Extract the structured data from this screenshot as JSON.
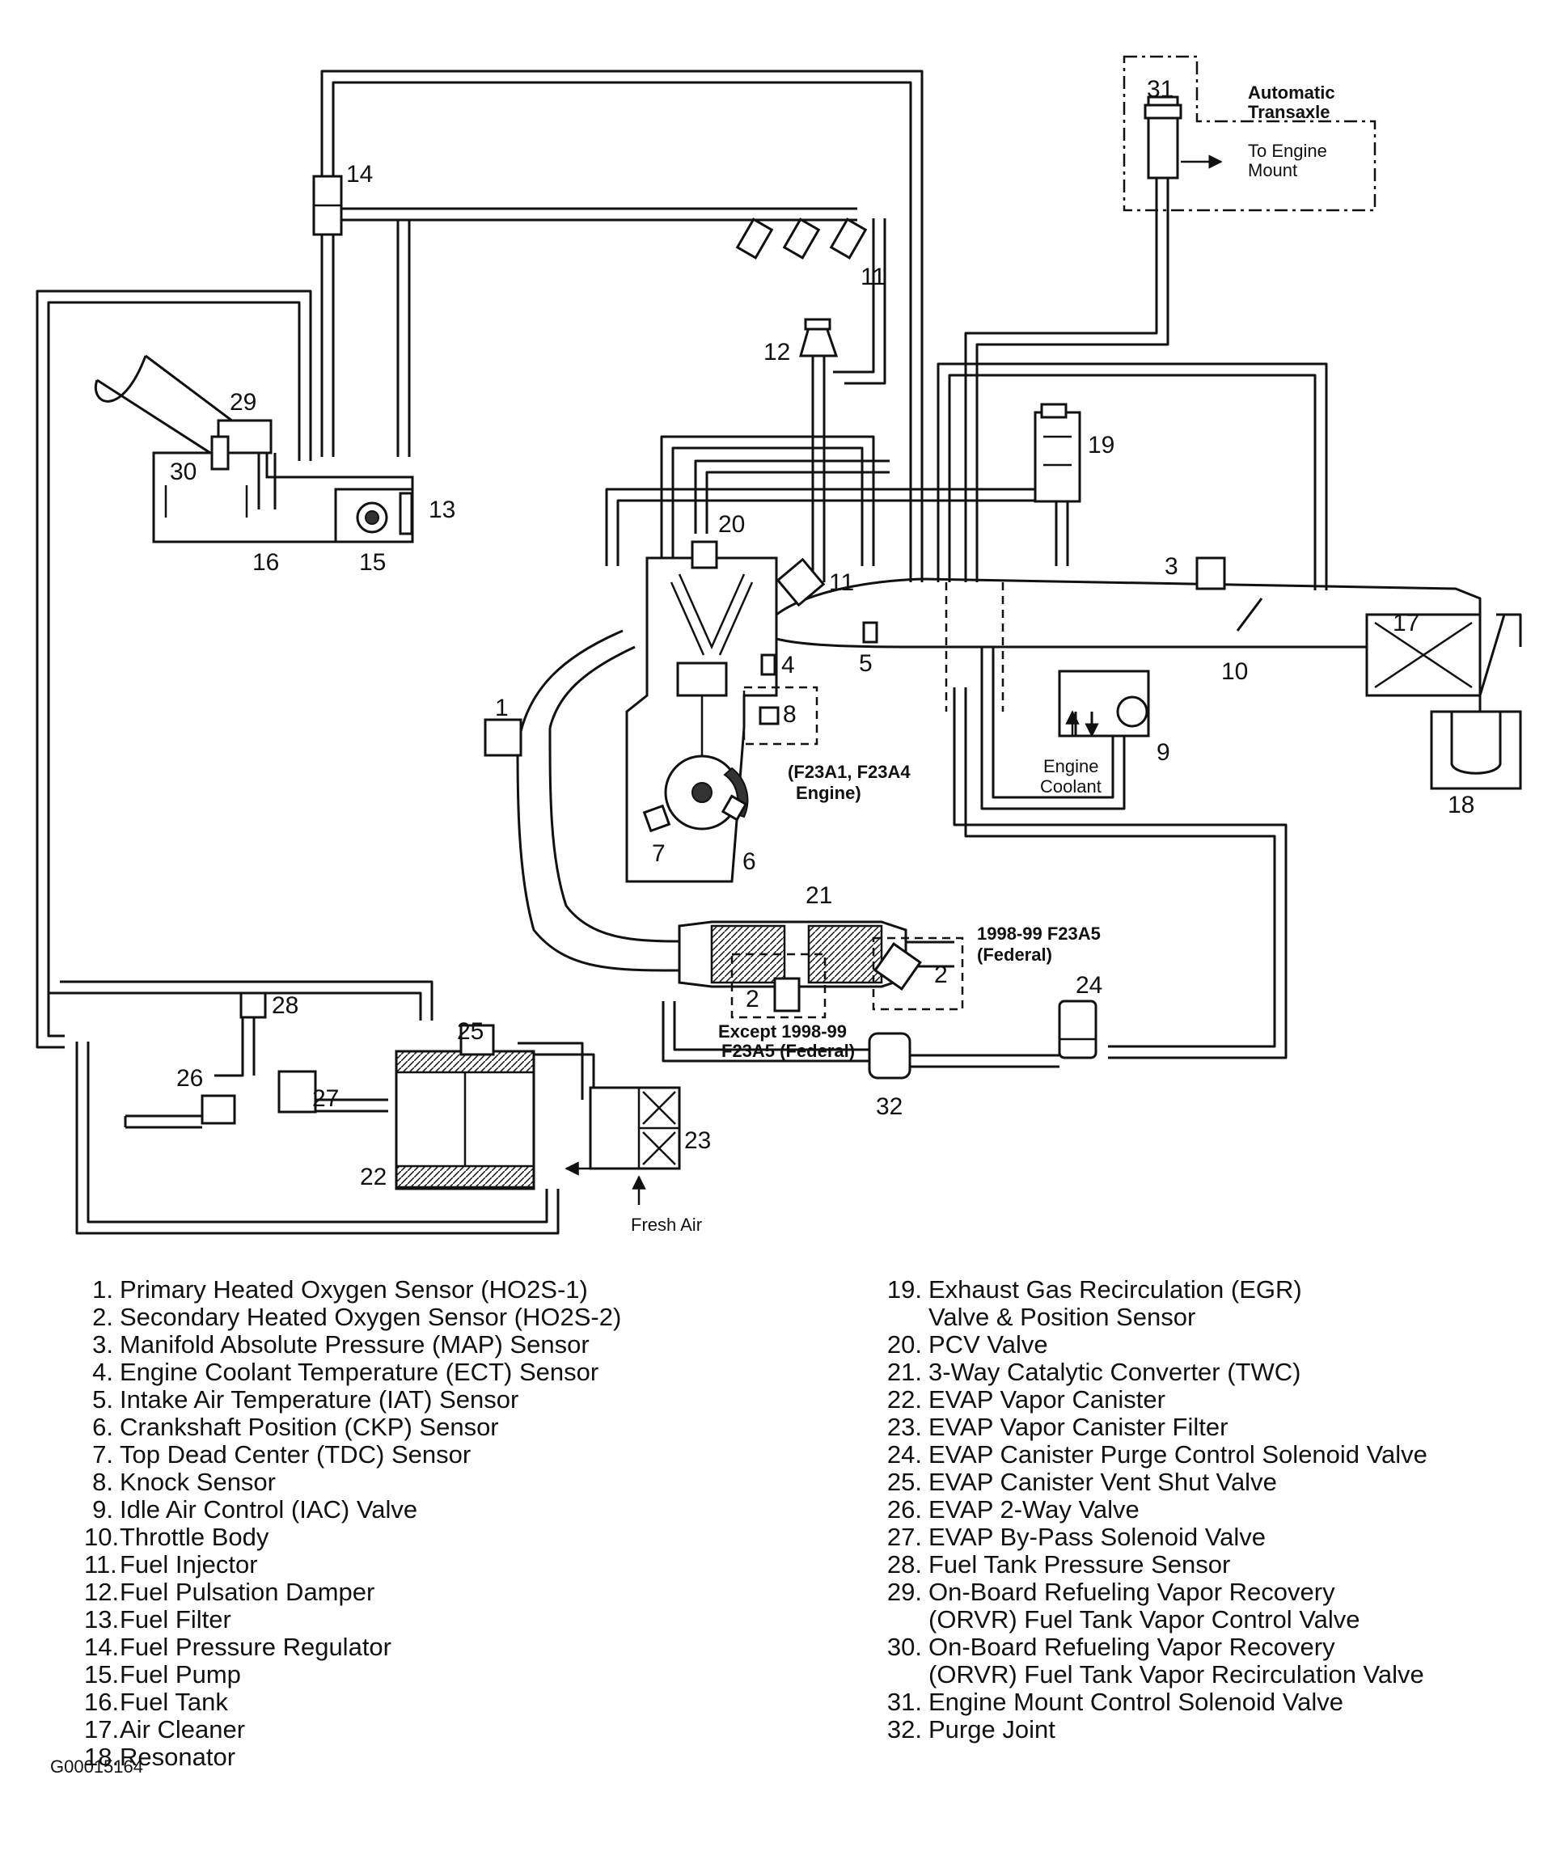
{
  "callouts": {
    "c1": "1",
    "c2a": "2",
    "c2b": "2",
    "c3": "3",
    "c4": "4",
    "c5": "5",
    "c6": "6",
    "c7": "7",
    "c8": "8",
    "c9": "9",
    "c10": "10",
    "c11a": "11",
    "c11b": "11",
    "c12": "12",
    "c13": "13",
    "c14": "14",
    "c15": "15",
    "c16": "16",
    "c17": "17",
    "c18": "18",
    "c19": "19",
    "c20": "20",
    "c21": "21",
    "c22": "22",
    "c23": "23",
    "c24": "24",
    "c25": "25",
    "c26": "26",
    "c27": "27",
    "c28": "28",
    "c29": "29",
    "c30": "30",
    "c31": "31",
    "c32": "32"
  },
  "notes": {
    "transaxle_line1": "Automatic",
    "transaxle_line2": "Transaxle",
    "mount_line1": "To Engine",
    "mount_line2": "Mount",
    "engine_line1": "(F23A1, F23A4",
    "engine_line2": "Engine)",
    "coolant_line1": "Engine",
    "coolant_line2": "Coolant",
    "federal_line1": "1998-99 F23A5",
    "federal_line2": "(Federal)",
    "except_line1": "Except 1998-99",
    "except_line2": "F23A5 (Federal)",
    "fresh_air": "Fresh Air"
  },
  "legend": {
    "left": [
      {
        "num": "1.",
        "text": "Primary Heated Oxygen Sensor (HO2S-1)"
      },
      {
        "num": "2.",
        "text": "Secondary Heated Oxygen Sensor (HO2S-2)"
      },
      {
        "num": "3.",
        "text": "Manifold Absolute Pressure (MAP) Sensor"
      },
      {
        "num": "4.",
        "text": "Engine Coolant Temperature (ECT) Sensor"
      },
      {
        "num": "5.",
        "text": "Intake Air Temperature (IAT) Sensor"
      },
      {
        "num": "6.",
        "text": "Crankshaft Position (CKP) Sensor"
      },
      {
        "num": "7.",
        "text": "Top Dead Center (TDC) Sensor"
      },
      {
        "num": "8.",
        "text": "Knock Sensor"
      },
      {
        "num": "9.",
        "text": "Idle Air Control (IAC) Valve"
      },
      {
        "num": "10.",
        "text": "Throttle Body"
      },
      {
        "num": "11.",
        "text": "Fuel Injector"
      },
      {
        "num": "12.",
        "text": "Fuel Pulsation Damper"
      },
      {
        "num": "13.",
        "text": "Fuel Filter"
      },
      {
        "num": "14.",
        "text": "Fuel Pressure Regulator"
      },
      {
        "num": "15.",
        "text": "Fuel Pump"
      },
      {
        "num": "16.",
        "text": "Fuel Tank"
      },
      {
        "num": "17.",
        "text": "Air Cleaner"
      },
      {
        "num": "18.",
        "text": "Resonator"
      }
    ],
    "right": [
      {
        "num": "19.",
        "text": "Exhaust Gas Recirculation (EGR)\nValve & Position Sensor"
      },
      {
        "num": "20.",
        "text": "PCV Valve"
      },
      {
        "num": "21.",
        "text": "3-Way Catalytic Converter (TWC)"
      },
      {
        "num": "22.",
        "text": "EVAP Vapor Canister"
      },
      {
        "num": "23.",
        "text": "EVAP Vapor Canister Filter"
      },
      {
        "num": "24.",
        "text": "EVAP Canister Purge Control Solenoid Valve"
      },
      {
        "num": "25.",
        "text": "EVAP Canister Vent Shut Valve"
      },
      {
        "num": "26.",
        "text": "EVAP 2-Way Valve"
      },
      {
        "num": "27.",
        "text": "EVAP By-Pass Solenoid Valve"
      },
      {
        "num": "28.",
        "text": "Fuel Tank Pressure Sensor"
      },
      {
        "num": "29.",
        "text": "On-Board Refueling Vapor Recovery\n(ORVR) Fuel Tank Vapor Control Valve"
      },
      {
        "num": "30.",
        "text": "On-Board Refueling Vapor Recovery\n(ORVR) Fuel Tank Vapor Recirculation Valve"
      },
      {
        "num": "31.",
        "text": "Engine Mount Control Solenoid Valve"
      },
      {
        "num": "32.",
        "text": "Purge Joint"
      }
    ]
  },
  "figure_id": "G00015164"
}
